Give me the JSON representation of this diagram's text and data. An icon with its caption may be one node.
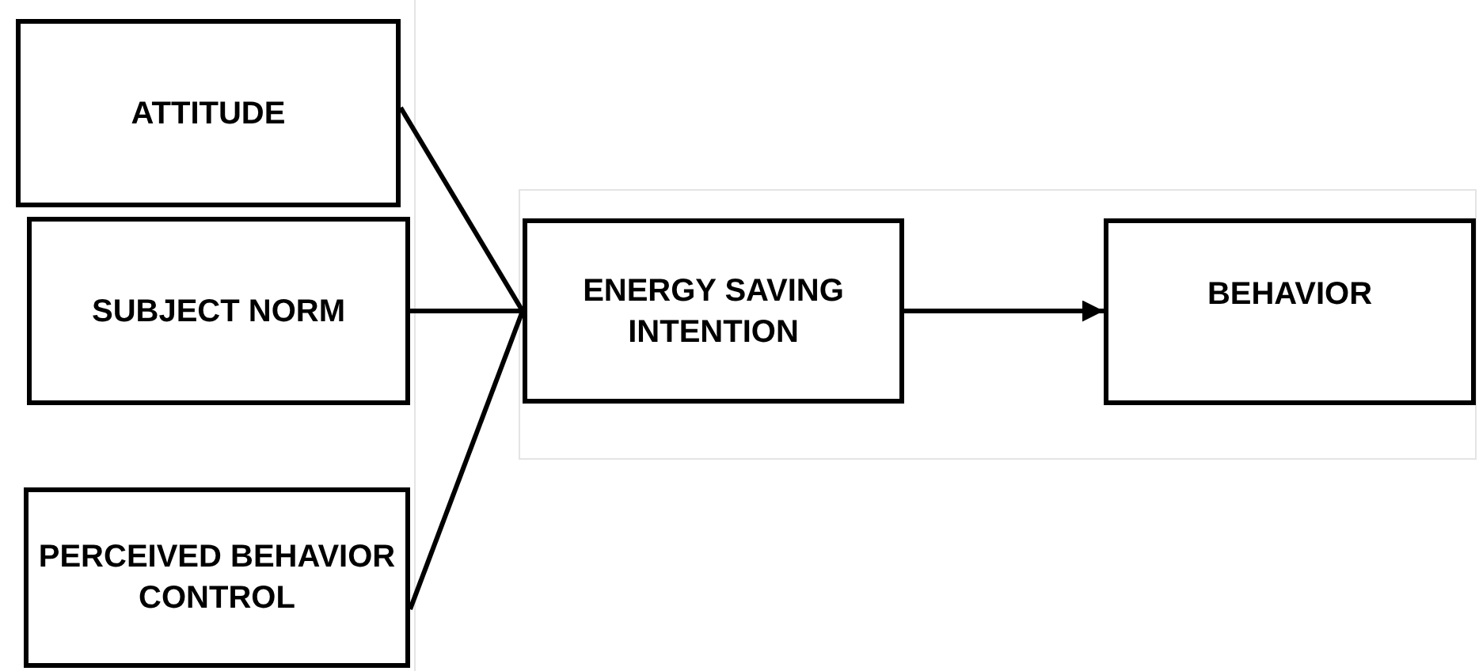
{
  "diagram": {
    "nodes": [
      {
        "text": [
          "ATTITUDE"
        ]
      },
      {
        "text": [
          "SUBJECT NORM"
        ]
      },
      {
        "text": [
          "PERCEIVED BEHAVIOR CONTROL"
        ]
      },
      {
        "text": [
          "ENERGY SAVING INTENTION"
        ]
      },
      {
        "text": [
          "BEHAVIOR"
        ]
      }
    ],
    "edges": [
      {
        "from": 0,
        "to": 3,
        "arrow": "none"
      },
      {
        "from": 1,
        "to": 3,
        "arrow": "none"
      },
      {
        "from": 2,
        "to": 3,
        "arrow": "none"
      },
      {
        "from": 3,
        "to": 4,
        "arrow": "to"
      }
    ]
  }
}
